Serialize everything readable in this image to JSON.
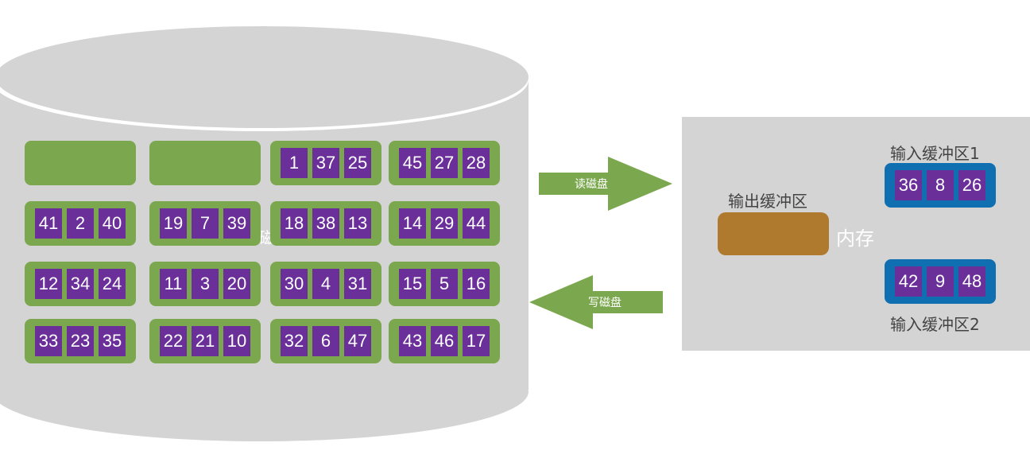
{
  "disk": {
    "label": "磁",
    "blocks": [
      {
        "cells": []
      },
      {
        "cells": []
      },
      {
        "cells": [
          "1",
          "37",
          "25"
        ]
      },
      {
        "cells": [
          "45",
          "27",
          "28"
        ]
      },
      {
        "cells": [
          "41",
          "2",
          "40"
        ]
      },
      {
        "cells": [
          "19",
          "7",
          "39"
        ]
      },
      {
        "cells": [
          "18",
          "38",
          "13"
        ]
      },
      {
        "cells": [
          "14",
          "29",
          "44"
        ]
      },
      {
        "cells": [
          "12",
          "34",
          "24"
        ]
      },
      {
        "cells": [
          "11",
          "3",
          "20"
        ]
      },
      {
        "cells": [
          "30",
          "4",
          "31"
        ]
      },
      {
        "cells": [
          "15",
          "5",
          "16"
        ]
      },
      {
        "cells": [
          "33",
          "23",
          "35"
        ]
      },
      {
        "cells": [
          "22",
          "21",
          "10"
        ]
      },
      {
        "cells": [
          "32",
          "6",
          "47"
        ]
      },
      {
        "cells": [
          "43",
          "46",
          "17"
        ]
      }
    ]
  },
  "arrows": {
    "read_label": "读磁盘",
    "write_label": "写磁盘"
  },
  "memory": {
    "label": "内存",
    "output_title": "输出缓冲区",
    "input1": {
      "title": "输入缓冲区1",
      "cells": [
        "36",
        "8",
        "26"
      ]
    },
    "input2": {
      "title": "输入缓冲区2",
      "cells": [
        "42",
        "9",
        "48"
      ]
    }
  },
  "colors": {
    "disk": "#d4d4d4",
    "block": "#7ba84e",
    "cell": "#6a2f98",
    "input_buffer": "#0f6fb0",
    "output_buffer": "#b07a2e",
    "arrow": "#7ba84e"
  }
}
